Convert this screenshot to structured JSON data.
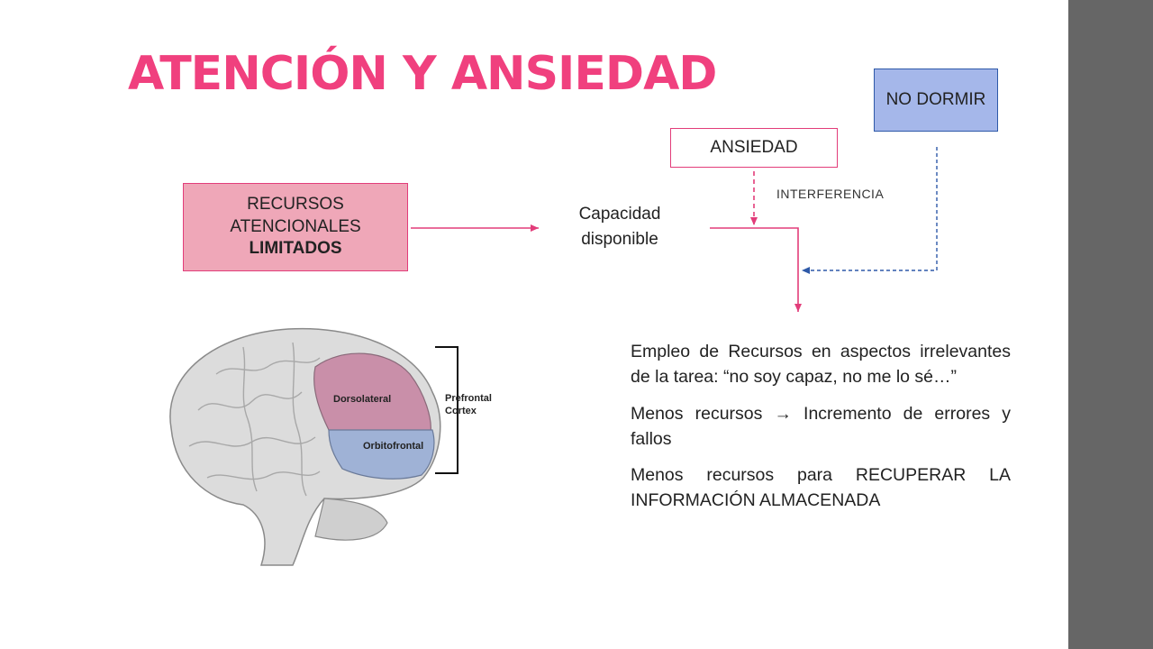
{
  "title": "ATENCIÓN Y ANSIEDAD",
  "boxes": {
    "no_dormir": "NO DORMIR",
    "ansiedad": "ANSIEDAD",
    "recursos_line1": "RECURSOS",
    "recursos_line2": "ATENCIONALES",
    "recursos_line3": "LIMITADOS"
  },
  "capacidad": "Capacidad disponible",
  "interferencia": "INTERFERENCIA",
  "bullets": [
    "Empleo de Recursos en aspectos irrelevantes de la tarea: “no soy capaz, no me lo sé…”",
    "Menos recursos  Incremento de errores y fallos",
    "Menos recursos para RECUPERAR LA INFORMACIÓN ALMACENADA"
  ],
  "brain": {
    "dorsolateral": "Dorsolateral",
    "orbitofrontal": "Orbitofrontal",
    "prefrontal_line1": "Prefrontal",
    "prefrontal_line2": "Cortex"
  },
  "colors": {
    "title": "#f0407e",
    "accent_pink": "#e23d7a",
    "recursos_fill": "#efa7b8",
    "nodormir_fill": "#a5b7ea",
    "nodormir_border": "#2e59a8",
    "side_band": "#666666"
  }
}
